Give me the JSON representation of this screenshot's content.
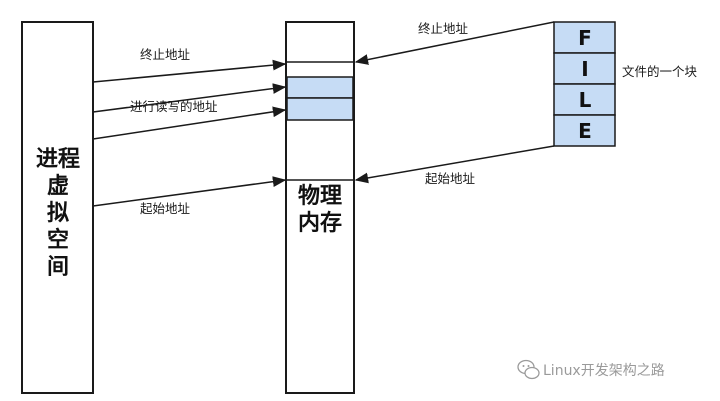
{
  "process_virtual_space": {
    "label_lines": [
      "进程",
      "虚",
      "拟",
      "空",
      "间"
    ]
  },
  "physical_memory": {
    "label_lines": [
      "物理",
      "内存"
    ]
  },
  "file_block": {
    "letters": [
      "F",
      "I",
      "L",
      "E"
    ],
    "label": "文件的一个块",
    "fill_color": "#c6dcf5"
  },
  "labels": {
    "virtual_end": "终止地址",
    "read_write": "进行读写的地址",
    "virtual_start": "起始地址",
    "file_end": "终止地址",
    "file_start": "起始地址"
  },
  "watermark": {
    "icon": "wechat-icon",
    "text": "Linux开发架构之路"
  },
  "colors": {
    "stroke": "#1a1a1a",
    "highlight": "#c6dcf5",
    "watermark": "#9a9a9a"
  }
}
